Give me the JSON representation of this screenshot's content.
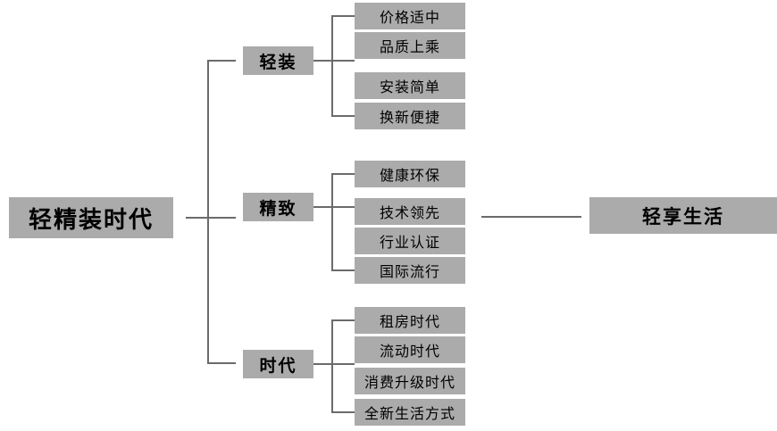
{
  "diagram": {
    "type": "tree",
    "root": {
      "label": "轻精装时代"
    },
    "endpoint": {
      "label": "轻享生活"
    },
    "branches": [
      {
        "label": "轻装",
        "leaves": [
          {
            "label": "价格适中"
          },
          {
            "label": "品质上乘"
          },
          {
            "label": "安装简单"
          },
          {
            "label": "换新便捷"
          }
        ]
      },
      {
        "label": "精致",
        "leaves": [
          {
            "label": "健康环保"
          },
          {
            "label": "技术领先"
          },
          {
            "label": "行业认证"
          },
          {
            "label": "国际流行"
          }
        ]
      },
      {
        "label": "时代",
        "leaves": [
          {
            "label": "租房时代"
          },
          {
            "label": "流动时代"
          },
          {
            "label": "消费升级时代"
          },
          {
            "label": "全新生活方式"
          }
        ]
      }
    ],
    "colors": {
      "node_fill": "#ababab",
      "node_text": "#000000",
      "connector": "#6b6b6b",
      "background": "#ffffff"
    }
  }
}
